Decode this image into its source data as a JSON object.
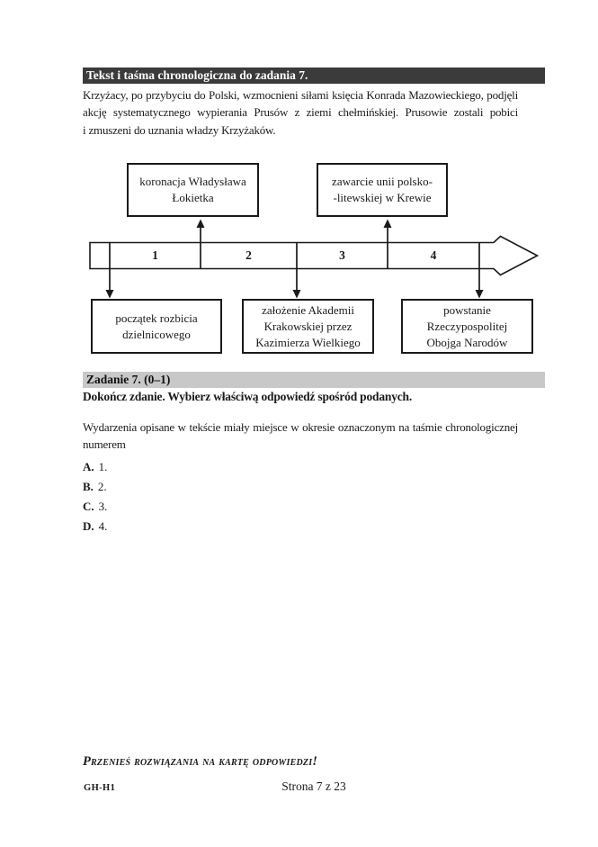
{
  "document": {
    "text_section": {
      "bar_title": "Tekst i taśma chronologiczna do zadania 7.",
      "intro_lines": [
        "Krzyżacy, po przybyciu do Polski, wzmocnieni siłami księcia Konrada Mazowieckiego, podjęli",
        "akcję systematycznego wypierania Prusów z ziemi chełmińskiej. Prusowie zostali pobici",
        "i zmuszeni do uznania władzy Krzyżaków."
      ]
    },
    "timeline": {
      "segment_labels": [
        "1",
        "2",
        "3",
        "4"
      ],
      "events_above": [
        {
          "line1": "koronacja Władysława",
          "line2": "Łokietka"
        },
        {
          "line1": "zawarcie unii polsko-",
          "line2": "-litewskiej w Krewie"
        }
      ],
      "events_below": [
        {
          "line1": "początek rozbicia",
          "line2": "dzielnicowego"
        },
        {
          "line1": "założenie Akademii",
          "line2": "Krakowskiej przez",
          "line3": "Kazimierza Wielkiego"
        },
        {
          "line1": "powstanie",
          "line2": "Rzeczypospolitej",
          "line3": "Obojga Narodów"
        }
      ]
    },
    "task": {
      "bar_title": "Zadanie 7. (0–1)",
      "instruction": "Dokończ zdanie. Wybierz właściwą odpowiedź spośród podanych.",
      "question_lines": [
        "Wydarzenia opisane w tekście miały miejsce w okresie oznaczonym na taśmie chronologicznej",
        "numerem"
      ],
      "options": [
        {
          "letter": "A.",
          "value": "1."
        },
        {
          "letter": "B.",
          "value": "2."
        },
        {
          "letter": "C.",
          "value": "3."
        },
        {
          "letter": "D.",
          "value": "4."
        }
      ]
    },
    "footer": {
      "note": "Przenieś rozwiązania na kartę odpowiedzi!",
      "sheet_code": "GH-H1",
      "page_number": "Strona 7 z 23"
    }
  }
}
